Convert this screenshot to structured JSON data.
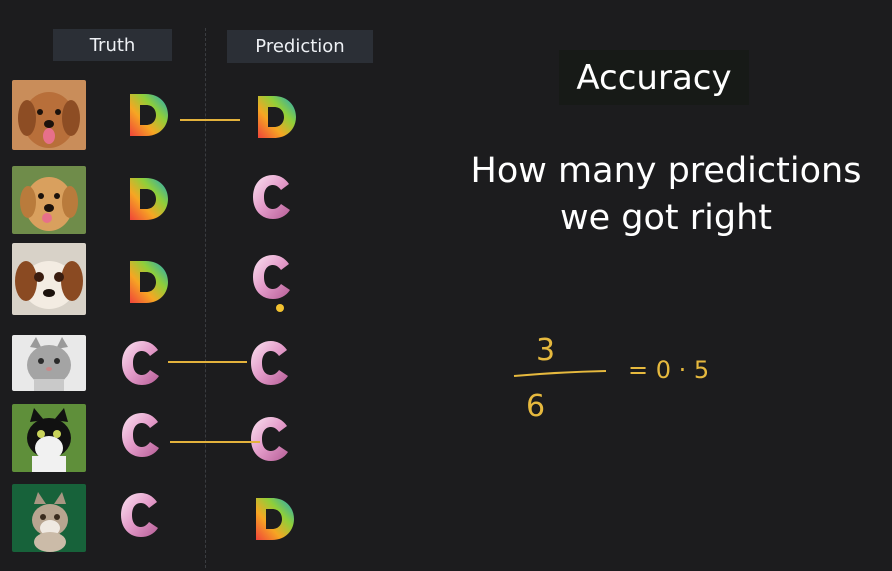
{
  "headers": {
    "truth": "Truth",
    "prediction": "Prediction"
  },
  "title": "Accuracy",
  "subtitle": {
    "line1": "How many predictions",
    "line2": "we got right"
  },
  "formula": {
    "numerator": "3",
    "denominator": "6",
    "result": "= 0 · 5"
  },
  "rows": [
    {
      "image": "golden-retriever",
      "truth": "dog",
      "prediction": "dog",
      "match": true
    },
    {
      "image": "golden-retriever-smiling",
      "truth": "dog",
      "prediction": "cat",
      "match": false
    },
    {
      "image": "cavalier-spaniel",
      "truth": "dog",
      "prediction": "cat",
      "match": false
    },
    {
      "image": "grey-tabby-cat",
      "truth": "cat",
      "prediction": "cat",
      "match": true
    },
    {
      "image": "black-white-cat",
      "truth": "cat",
      "prediction": "cat",
      "match": true
    },
    {
      "image": "tabby-kitten",
      "truth": "cat",
      "prediction": "dog",
      "match": false
    }
  ],
  "colors": {
    "link": "#e3b23c",
    "ink": "#e6b93e",
    "header_bg": "#2b2f36"
  }
}
